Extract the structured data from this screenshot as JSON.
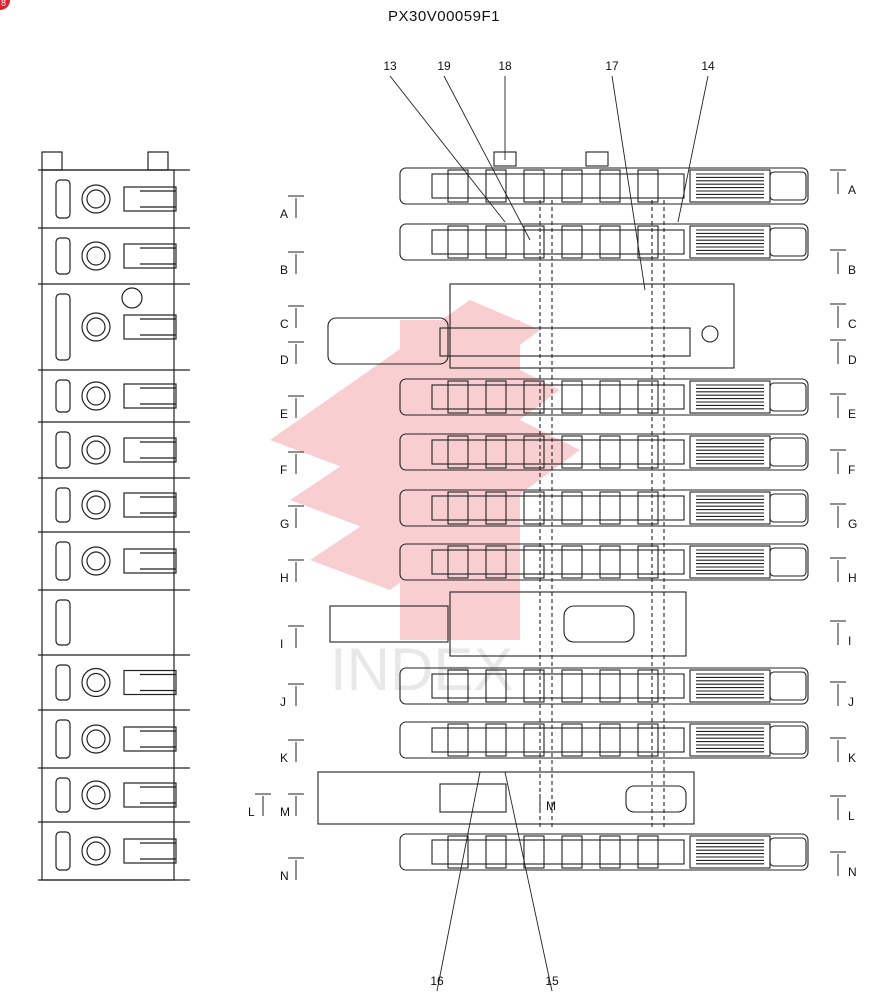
{
  "title": "PX30V00059F1",
  "badge": "8",
  "callouts": [
    "13",
    "19",
    "18",
    "17",
    "14",
    "16",
    "15"
  ],
  "section_labels_left": [
    "A",
    "B",
    "C",
    "D",
    "E",
    "F",
    "G",
    "H",
    "I",
    "J",
    "K",
    "M",
    "N"
  ],
  "section_label_left_extra": "L",
  "section_labels_right": [
    "A",
    "B",
    "C",
    "D",
    "E",
    "F",
    "G",
    "H",
    "I",
    "J",
    "K",
    "L",
    "N"
  ],
  "inner_label": "M",
  "colors": {
    "line": "#222222",
    "watermark": "#e8262d"
  }
}
